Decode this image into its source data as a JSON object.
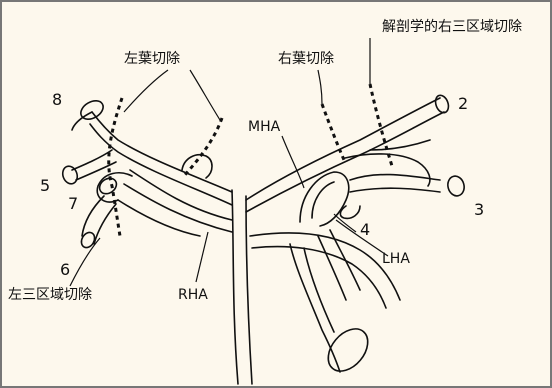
{
  "labels": {
    "left_lobectomy": "左葉切除",
    "right_lobectomy": "右葉切除",
    "anatomical_right_trisegment": "解剖学的右三区域切除",
    "left_trisegment": "左三区域切除",
    "mha": "MHA",
    "lha": "LHA",
    "rha": "RHA"
  },
  "segment_numbers": {
    "s2": "2",
    "s3": "3",
    "s4": "4",
    "s5": "5",
    "s6": "6",
    "s7": "7",
    "s8": "8"
  },
  "colors": {
    "background": "#fdf8ed",
    "border": "#777777",
    "line": "#111111"
  }
}
